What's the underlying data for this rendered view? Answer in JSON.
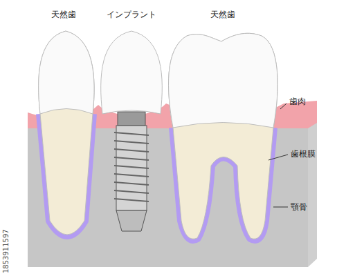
{
  "diagram": {
    "labels": [
      "天然歯",
      "インプラント",
      "天然歯",
      "歯肉",
      "歯根膜",
      "顎骨",
      "1853911597"
    ]
  }
}
